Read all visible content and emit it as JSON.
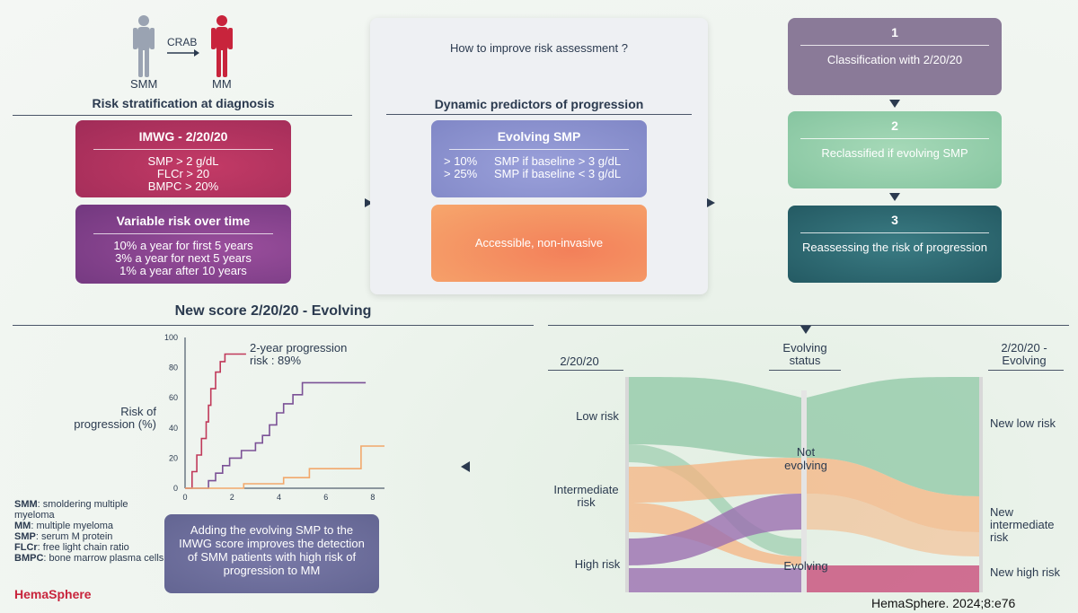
{
  "top_left": {
    "smm_label": "SMM",
    "mm_label": "MM",
    "crab_label": "CRAB",
    "heading": "Risk stratification at diagnosis",
    "imwg": {
      "title": "IMWG - 2/20/20",
      "lines": [
        "SMP > 2 g/dL",
        "FLCr > 20",
        "BMPC > 20%"
      ]
    },
    "variable": {
      "title": "Variable risk over time",
      "lines": [
        "10% a year for first 5 years",
        "3% a year for next 5 years",
        "1% a year after 10 years"
      ]
    }
  },
  "center_panel": {
    "question": "How to improve risk assessment ?",
    "heading": "Dynamic predictors of progression",
    "evolving": {
      "title": "Evolving SMP",
      "rows": [
        {
          "pct": "> 10%",
          "text": "SMP if baseline > 3 g/dL"
        },
        {
          "pct": "> 25%",
          "text": "SMP if baseline < 3 g/dL"
        }
      ]
    },
    "accessible": "Accessible, non-invasive"
  },
  "steps": [
    {
      "num": "1",
      "text": "Classification with 2/20/20"
    },
    {
      "num": "2",
      "text": "Reclassified if evolving SMP"
    },
    {
      "num": "3",
      "text": "Reassessing the risk of progression"
    }
  ],
  "bottom_left": {
    "heading": "New score 2/20/20 - Evolving",
    "ylabel": "Risk of progression (%)",
    "annotation": "2-year progression risk : 89%",
    "summary": "Adding the evolving SMP to the IMWG score improves the detection of SMM patients with high risk of progression to MM"
  },
  "legend": [
    {
      "abbr": "SMM",
      "text": ": smoldering multiple myeloma"
    },
    {
      "abbr": "MM",
      "text": ": multiple myeloma"
    },
    {
      "abbr": "SMP",
      "text": ": serum M protein"
    },
    {
      "abbr": "FLCr",
      "text": ": free light chain ratio"
    },
    {
      "abbr": "BMPC",
      "text": ": bone marrow plasma cells"
    }
  ],
  "brand": "HemaSphere",
  "citation": "HemaSphere. 2024;8:e76",
  "sankey": {
    "col1_header": "2/20/20",
    "col2_header": "Evolving status",
    "col3_header": "2/20/20 - Evolving",
    "left_labels": [
      "Low risk",
      "Intermediate risk",
      "High risk"
    ],
    "mid_labels": [
      "Not evolving",
      "Evolving"
    ],
    "right_labels": [
      "New low risk",
      "New intermediate risk",
      "New high risk"
    ]
  },
  "chart_data": {
    "type": "line",
    "ylabel": "Risk of progression (%)",
    "xlabel": "",
    "xlim": [
      0,
      8.5
    ],
    "ylim": [
      0,
      100
    ],
    "xticks": [
      "0",
      "2",
      "4",
      "6",
      "8"
    ],
    "yticks": [
      "0",
      "20",
      "40",
      "60",
      "80",
      "100"
    ],
    "series": [
      {
        "color": "#c0395a",
        "x": [
          0,
          0.3,
          0.3,
          0.5,
          0.5,
          0.7,
          0.7,
          0.9,
          0.9,
          1.0,
          1.0,
          1.1,
          1.1,
          1.3,
          1.3,
          1.5,
          1.5,
          1.7,
          1.7,
          2.0,
          2.0,
          2.6
        ],
        "y": [
          0,
          0,
          11,
          11,
          22,
          22,
          33,
          33,
          44,
          44,
          55,
          55,
          66,
          66,
          77,
          77,
          84,
          84,
          89,
          89,
          89,
          89
        ]
      },
      {
        "color": "#7b5196",
        "x": [
          0,
          1.0,
          1.0,
          1.3,
          1.3,
          1.6,
          1.6,
          1.9,
          1.9,
          2.4,
          2.4,
          3.0,
          3.0,
          3.3,
          3.3,
          3.6,
          3.6,
          3.9,
          3.9,
          4.2,
          4.2,
          4.6,
          4.6,
          5.0,
          5.0,
          6.5,
          6.5,
          7.7
        ],
        "y": [
          0,
          0,
          5,
          5,
          10,
          10,
          15,
          15,
          20,
          20,
          25,
          25,
          30,
          30,
          35,
          35,
          42,
          42,
          50,
          50,
          56,
          56,
          62,
          62,
          70,
          70,
          70,
          70
        ]
      },
      {
        "color": "#f2a86b",
        "x": [
          0,
          2.5,
          2.5,
          4.2,
          4.2,
          5.3,
          5.3,
          7.5,
          7.5,
          8.5
        ],
        "y": [
          0,
          0,
          3,
          3,
          7,
          7,
          13,
          13,
          28,
          28
        ]
      }
    ]
  },
  "colors": {
    "imwg": "#a8305c",
    "variable": "#7a3f8c",
    "evolving": "#8f96d0",
    "accessible": "#f08f5a",
    "step1": "#8a7a98",
    "step2": "#8fcca8",
    "step3": "#2c6670",
    "summary": "#6e6f9c",
    "brand": "#c8243c"
  }
}
